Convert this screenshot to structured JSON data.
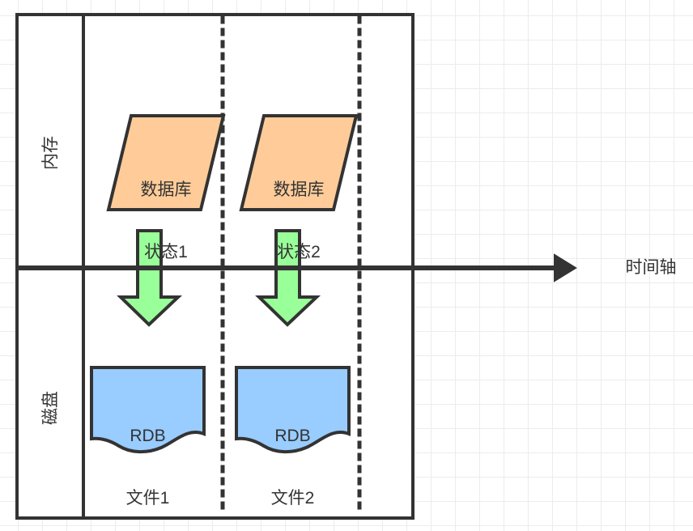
{
  "diagram": {
    "title_text": "Redis RDB persistence timeline diagram",
    "colors": {
      "stroke": "#333333",
      "grid": "#ececec",
      "memory_state_fill": "#FFCC99",
      "arrow_fill": "#99FF99",
      "rdb_file_fill": "#99CCFF",
      "background": "#FFFFFF"
    },
    "lanes": [
      {
        "id": "memory",
        "label": "内存"
      },
      {
        "id": "disk",
        "label": "磁盘"
      }
    ],
    "memory_states": [
      {
        "id": "state-1",
        "line1": "数据库",
        "line2": "状态1"
      },
      {
        "id": "state-2",
        "line1": "数据库",
        "line2": "状态2"
      }
    ],
    "save_arrows": [
      {
        "id": "save-arrow-1"
      },
      {
        "id": "save-arrow-2"
      }
    ],
    "rdb_files": [
      {
        "id": "rdb-file-1",
        "line1": "RDB",
        "line2": "文件1"
      },
      {
        "id": "rdb-file-2",
        "line1": "RDB",
        "line2": "文件2"
      }
    ],
    "timeline": {
      "label": "时间轴",
      "markers": [
        {
          "id": "time-marker-1"
        },
        {
          "id": "time-marker-2"
        }
      ]
    }
  }
}
